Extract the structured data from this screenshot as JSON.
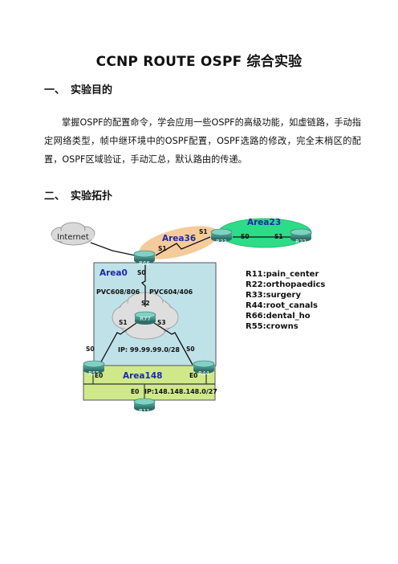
{
  "title": "CCNP ROUTE OSPF 综合实验",
  "sections": [
    {
      "num": "一、",
      "heading": "实验目的"
    },
    {
      "num": "二、",
      "heading": "实验拓扑"
    }
  ],
  "purpose_text": "掌握OSPF的配置命令，学会应用一些OSPF的高级功能，如虚链路，手动指定网络类型，帧中继环境中的OSPF配置，OSPF选路的修改，完全末梢区的配置，OSPF区域验证，手动汇总，默认路由的传递。",
  "topology": {
    "cloud_internet": "Internet",
    "areas": {
      "area0": "Area0",
      "area23": "Area23",
      "area36": "Area36",
      "area148": "Area148"
    },
    "routers": {
      "r11": "R11",
      "r22": "R22",
      "r33": "R33",
      "r44": "R44",
      "r55": "R55",
      "r66": "R66",
      "r77": "R77"
    },
    "interfaces": {
      "r33_s1": "S1",
      "area23_s0": "S0",
      "r22_s1": "S1",
      "r66_s1": "S1",
      "r66_s0": "S0",
      "r77_s2": "S2",
      "r77_s1": "S1",
      "r77_s3": "S3",
      "r55_s0": "S0",
      "r44_s0": "S0",
      "r55_e0": "E0",
      "r44_e0": "E0",
      "r11_e0": "E0"
    },
    "pvc_left": "PVC608/806",
    "pvc_right": "PVC604/406",
    "fr_ip": "IP: 99.99.99.0/28",
    "lan_ip": "IP:148.148.148.0/27",
    "legend": [
      "R11:pain_center",
      "R22:orthopaedics",
      "R33:surgery",
      "R44:root_canals",
      "R66:dental_ho",
      "R55:crowns"
    ],
    "colors": {
      "area0_fill": "#bfe2e8",
      "area23_fill": "#2ddc86",
      "area36_fill": "#f4c896",
      "area148_fill": "#cfe98a",
      "router_fill": "#3f8f84",
      "label_blue": "#1a2aa8"
    }
  }
}
